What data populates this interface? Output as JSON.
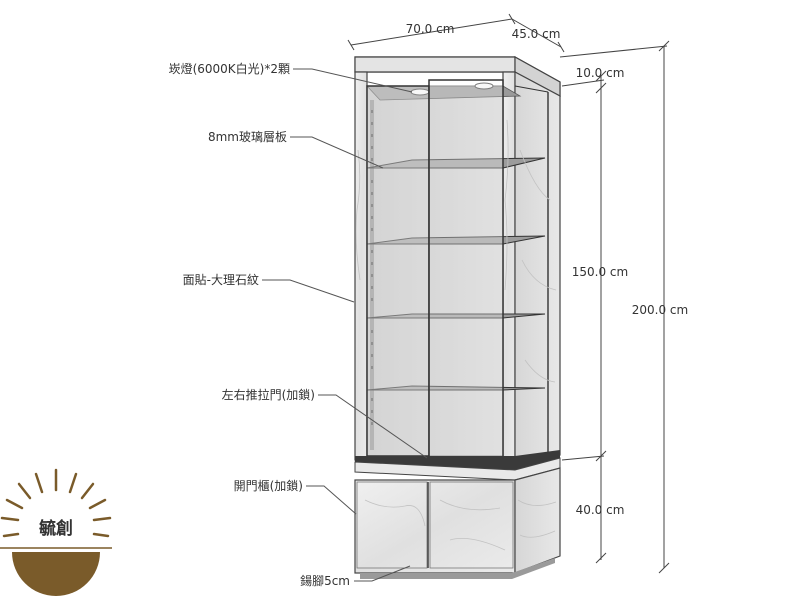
{
  "labels": {
    "lamp": "崁燈(6000K白光)*2顆",
    "glass_shelf": "8mm玻璃層板",
    "surface": "面貼-大理石紋",
    "sliding_door": "左右推拉門(加鎖)",
    "cabinet_door": "開門櫃(加鎖)",
    "foot": "鍚腳5cm"
  },
  "dimensions": {
    "width": "70.0 cm",
    "depth": "45.0 cm",
    "top": "10.0 cm",
    "upper": "150.0 cm",
    "total": "200.0 cm",
    "lower": "40.0 cm"
  },
  "logo": {
    "text": "毓創",
    "colors": {
      "sun": "#7a5b2a",
      "ink": "#333333"
    }
  },
  "colors": {
    "marble": "#e8e8e8",
    "glass": "#f2f2f2",
    "interior": "#c8c8c8",
    "dark": "#3a3a3a"
  }
}
